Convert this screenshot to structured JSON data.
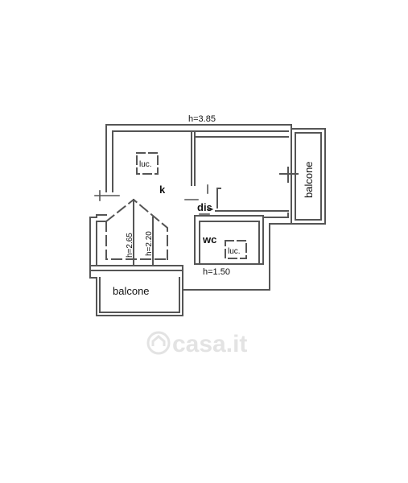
{
  "labels": {
    "height_top": "h=3.85",
    "kitchen": "k",
    "skylight_kitchen": "luc.",
    "hall": "dis",
    "wc": "wc",
    "skylight_wc": "luc.",
    "height_bottom": "h=1.50",
    "height_265": "h=2.65",
    "height_220": "h=2.20",
    "balcony_right": "balcone",
    "balcony_bottom": "balcone"
  },
  "watermark": {
    "text": "casa.it",
    "icon": "house-circle-icon"
  },
  "colors": {
    "line": "#555555",
    "text": "#111111",
    "watermark": "#e3e3e3"
  }
}
